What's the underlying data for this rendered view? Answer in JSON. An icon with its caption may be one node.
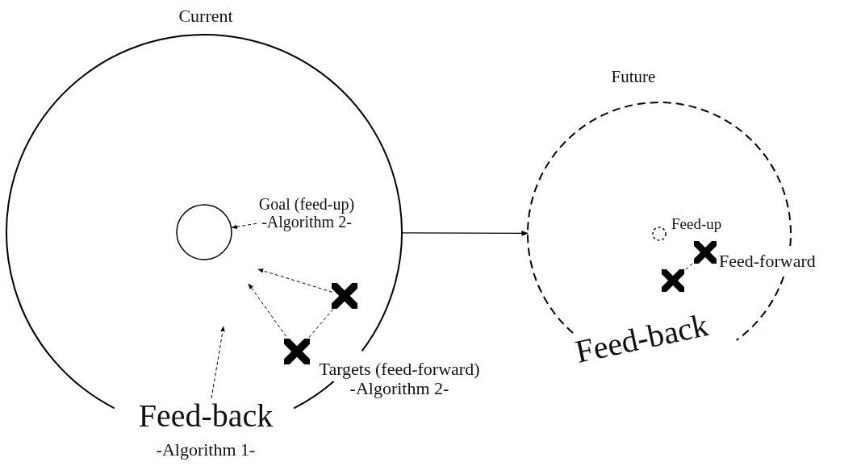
{
  "diagram": {
    "nodes": [
      {
        "text": [
          "Current"
        ]
      },
      {
        "text": [],
        "shape": "circle",
        "in": 0
      },
      {
        "text": [
          "Goal (feed-up) -Algorithm 2-"
        ],
        "in": 0
      },
      {
        "text": [],
        "shape": "cross",
        "in": 0
      },
      {
        "text": [
          "Targets (feed-forward) -Algorithm 2-"
        ]
      },
      {
        "text": [
          "Future"
        ]
      },
      {
        "text": [
          "Feed-up"
        ],
        "in": 5
      },
      {
        "text": [
          "Feed-forward"
        ]
      },
      {
        "text": [],
        "shape": "cross",
        "in": 5
      },
      {
        "text": [
          "Feed-back",
          "-Algorithm 1-"
        ]
      }
    ],
    "edges": [
      {
        "from": 0,
        "to": 5,
        "arrow": "to"
      },
      {
        "from": 2,
        "to": 1,
        "arrow": "to",
        "style": "dashed"
      },
      {
        "from": 3,
        "to": null,
        "arrow": "to",
        "style": "dashed"
      },
      {
        "from": 4,
        "to": null,
        "arrow": "to",
        "style": "dashed"
      },
      {
        "from": 4,
        "to": 3,
        "arrow": "none",
        "style": "dashed"
      },
      {
        "from": 9,
        "to": null,
        "arrow": "to",
        "style": "dashed"
      },
      {
        "from": 8,
        "to": 7,
        "arrow": "none",
        "style": "dashed"
      }
    ],
    "labels": [
      "Feed-back"
    ]
  }
}
